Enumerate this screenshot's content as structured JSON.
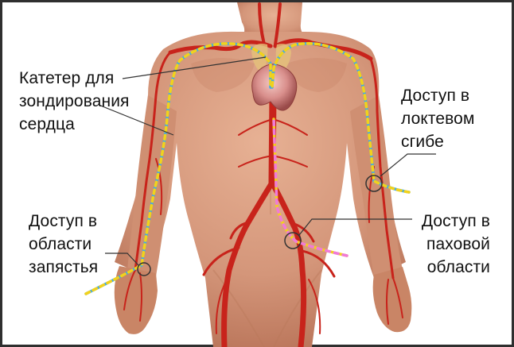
{
  "labels": {
    "catheter": [
      "Катетер для",
      "зондирования",
      "сердца"
    ],
    "elbow": [
      "Доступ в",
      "локтевом",
      "сгибе"
    ],
    "wrist": [
      "Доступ в",
      "области",
      "запястья"
    ],
    "groin": [
      "Доступ в",
      "паховой",
      "области"
    ]
  },
  "colors": {
    "skin": "#d89a7c",
    "skin_shadow": "#b9735a",
    "artery": "#c8231b",
    "catheter_blue": "#3fa9e8",
    "catheter_yellow": "#f2d21b",
    "catheter_pink": "#f07ad8",
    "leader": "#333333"
  }
}
